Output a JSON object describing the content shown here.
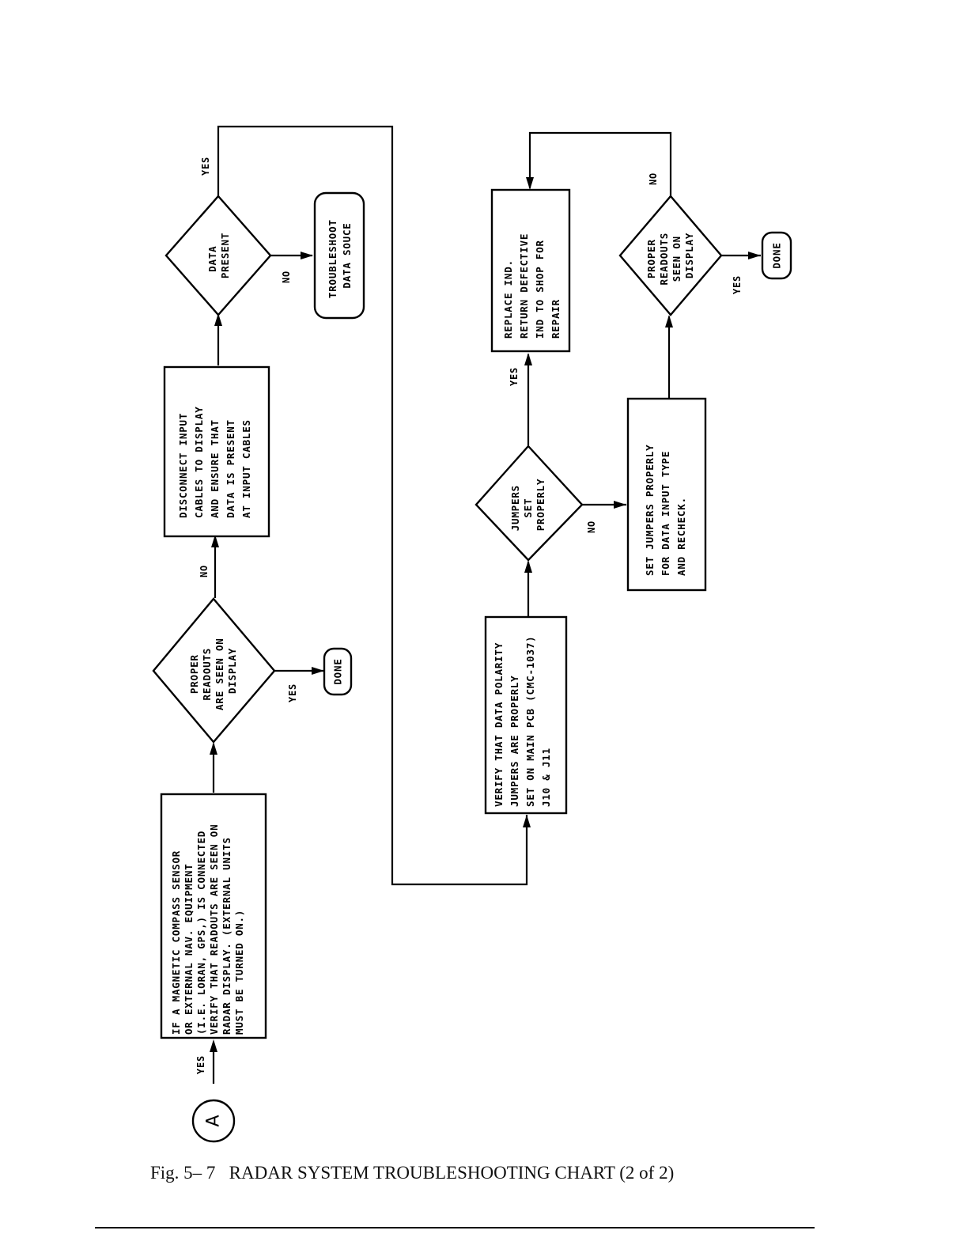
{
  "start_connector": "A",
  "labels": {
    "yes": "YES",
    "no": "NO"
  },
  "steps": {
    "verify_readouts": [
      "IF A MAGNETIC COMPASS SENSOR",
      "OR EXTERNAL NAV. EQUIPMENT",
      "(I.E. LORAN, GPS,) IS CONNECTED",
      "VERIFY THAT READOUTS ARE SEEN ON",
      "RADAR DISPLAY. (EXTERNAL UNITS",
      "MUST BE TURNED ON.)"
    ],
    "proper_readouts_1": [
      "PROPER",
      "READOUTS",
      "ARE SEEN ON",
      "DISPLAY"
    ],
    "done_1": "DONE",
    "disconnect_input": [
      "DISCONNECT INPUT",
      "CABLES TO DISPLAY",
      "AND ENSURE THAT",
      "DATA IS PRESENT",
      "AT INPUT CABLES"
    ],
    "data_present": [
      "DATA",
      "PRESENT"
    ],
    "troubleshoot_source": [
      "TROUBLESHOOT",
      "DATA SOUCE"
    ],
    "verify_polarity": [
      "VERIFY THAT DATA POLARITY",
      "JUMPERS ARE PROPERLY",
      "SET ON MAIN PCB (CMC-1037)",
      "J10 & J11"
    ],
    "jumpers_set": [
      "JUMPERS",
      "SET",
      "PROPERLY"
    ],
    "set_jumpers": [
      "SET JUMPERS PROPERLY",
      "FOR DATA INPUT TYPE",
      "AND RECHECK."
    ],
    "replace_ind": [
      "REPLACE IND.",
      "RETURN DEFECTIVE",
      "IND TO SHOP FOR",
      "REPAIR"
    ],
    "proper_readouts_2": [
      "PROPER",
      "READOUTS",
      "SEEN ON",
      "DISPLAY"
    ],
    "done_2": "DONE"
  },
  "caption": "Fig. 5– 7   RADAR SYSTEM TROUBLESHOOTING CHART (2 of 2)"
}
